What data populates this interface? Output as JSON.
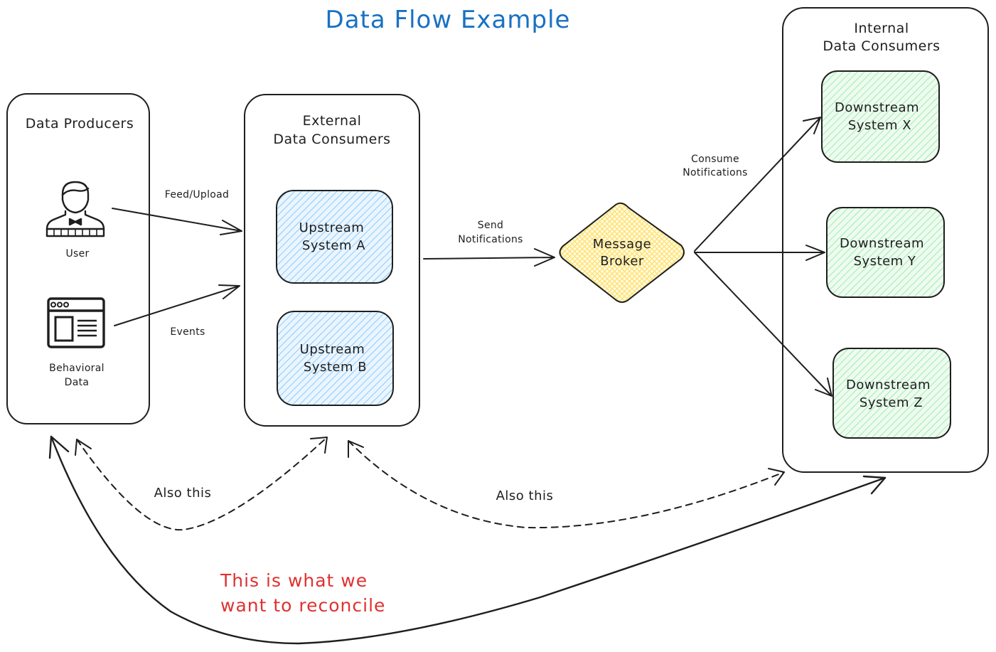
{
  "title": "Data Flow Example",
  "groups": {
    "producers": "Data Producers",
    "external": [
      "External",
      "Data Consumers"
    ],
    "internal": [
      "Internal",
      "Data Consumers"
    ]
  },
  "producers": {
    "user": "User",
    "behavioral": [
      "Behavioral",
      "Data"
    ]
  },
  "systems": {
    "upstream_a": [
      "Upstream",
      "System A"
    ],
    "upstream_b": [
      "Upstream",
      "System B"
    ],
    "broker": [
      "Message",
      "Broker"
    ],
    "downstream_x": [
      "Downstream",
      "System X"
    ],
    "downstream_y": [
      "Downstream",
      "System Y"
    ],
    "downstream_z": [
      "Downstream",
      "System Z"
    ]
  },
  "edges": {
    "feed_upload": "Feed/Upload",
    "events": "Events",
    "send_notifications": [
      "Send",
      "Notifications"
    ],
    "consume_notifications": [
      "Consume",
      "Notifications"
    ],
    "also_this_1": "Also this",
    "also_this_2": "Also this"
  },
  "annotation": [
    "This is what we",
    "want to reconcile"
  ],
  "colors": {
    "title": "#1971c2",
    "upstream_fill": "#a5d8ff",
    "downstream_fill": "#b2f2bb",
    "broker_fill": "#ffec99",
    "annotation": "#e03131",
    "stroke": "#1e1e1e"
  }
}
